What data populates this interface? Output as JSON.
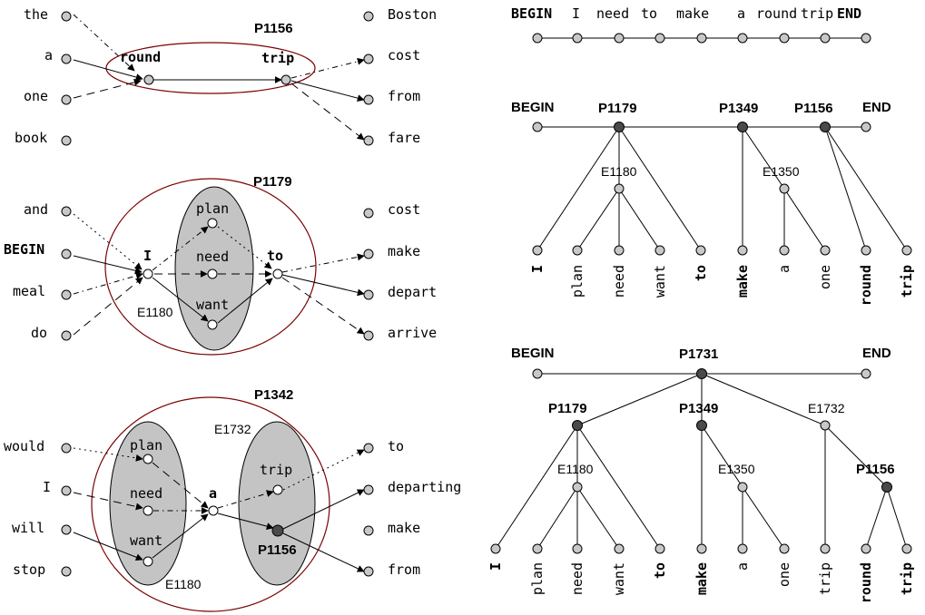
{
  "fig_a": {
    "left_words": [
      "the",
      "a",
      "one",
      "book"
    ],
    "right_words": [
      "Boston",
      "cost",
      "from",
      "fare"
    ],
    "label": "P1156",
    "words": [
      "round",
      "trip"
    ]
  },
  "fig_b": {
    "left_words": [
      "and",
      "BEGIN",
      "meal",
      "do"
    ],
    "right_words": [
      "cost",
      "make",
      "depart",
      "arrive"
    ],
    "label": "P1179",
    "words": [
      "I",
      "to"
    ],
    "inner_words": [
      "plan",
      "need",
      "want"
    ],
    "inner_label": "E1180"
  },
  "fig_c": {
    "left_words": [
      "would",
      "I",
      "will",
      "stop"
    ],
    "right_words": [
      "to",
      "departing",
      "make",
      "from"
    ],
    "label": "P1342",
    "inner_words": [
      "plan",
      "need",
      "want"
    ],
    "inner_label": "E1180",
    "center_word": "a",
    "right_inner_label": "E1732",
    "right_inner_word": "trip",
    "right_inner_phrase": "P1156"
  },
  "tree1": {
    "begin": "BEGIN",
    "words": [
      "I",
      "need",
      "to",
      "make",
      "a",
      "round",
      "trip"
    ],
    "end": "END"
  },
  "tree2": {
    "begin": "BEGIN",
    "end": "END",
    "phrases": [
      "P1179",
      "P1349",
      "P1156"
    ],
    "classes": [
      "E1180",
      "E1350"
    ],
    "leaves": [
      "I",
      "plan",
      "need",
      "want",
      "to",
      "make",
      "a",
      "one",
      "round",
      "trip"
    ]
  },
  "tree3": {
    "begin": "BEGIN",
    "end": "END",
    "top": "P1731",
    "phrases": [
      "P1179",
      "P1349",
      "P1156"
    ],
    "classes": [
      "E1180",
      "E1350",
      "E1732"
    ],
    "leaves": [
      "I",
      "plan",
      "need",
      "want",
      "to",
      "make",
      "a",
      "one",
      "trip",
      "round",
      "trip"
    ]
  }
}
